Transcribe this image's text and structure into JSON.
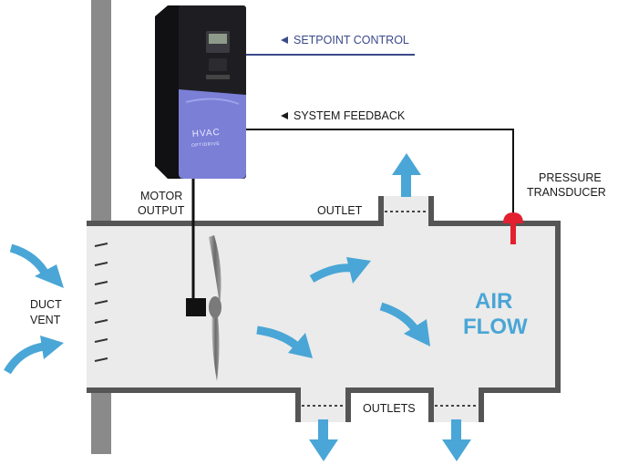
{
  "labels": {
    "setpoint_control": "SETPOINT CONTROL",
    "system_feedback": "SYSTEM FEEDBACK",
    "pressure_line1": "PRESSURE",
    "pressure_line2": "TRANSDUCER",
    "motor_line1": "MOTOR",
    "motor_line2": "OUTPUT",
    "outlet": "OUTLET",
    "outlets": "OUTLETS",
    "duct_line1": "DUCT",
    "duct_line2": "VENT",
    "air": "AIR",
    "flow": "FLOW"
  },
  "drive": {
    "brand": "HVAC",
    "model": "OPTIDRIVE"
  },
  "colors": {
    "duct_fill": "#ebebeb",
    "duct_wall": "#555555",
    "wall": "#8a8a8a",
    "arrow_blue": "#4aa6d6",
    "drive_body": "#1e1e22",
    "drive_panel": "#7b7fd6",
    "transducer": "#e3202f",
    "setpoint_line": "#3b4a8a"
  }
}
